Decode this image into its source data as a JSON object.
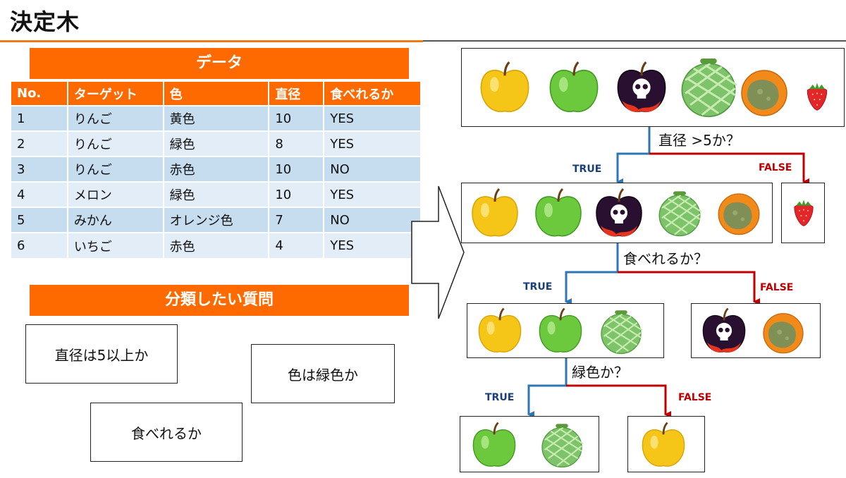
{
  "title": "決定木",
  "data_section": {
    "banner": "データ",
    "headers": [
      "No.",
      "ターゲット",
      "色",
      "直径",
      "食べれるか"
    ],
    "rows": [
      [
        "1",
        "りんご",
        "黄色",
        "10",
        "YES"
      ],
      [
        "2",
        "りんご",
        "緑色",
        "8",
        "YES"
      ],
      [
        "3",
        "りんご",
        "赤色",
        "10",
        "NO"
      ],
      [
        "4",
        "メロン",
        "緑色",
        "10",
        "YES"
      ],
      [
        "5",
        "みかん",
        "オレンジ色",
        "7",
        "NO"
      ],
      [
        "6",
        "いちご",
        "赤色",
        "4",
        "YES"
      ]
    ]
  },
  "questions_section": {
    "banner": "分類したい質問",
    "questions": [
      "直径は5以上か",
      "色は緑色か",
      "食べれるか"
    ]
  },
  "tree": {
    "q1": "直径 >5か？",
    "q2": "食べれるか？",
    "q3": "緑色か？",
    "true_label": "TRUE",
    "false_label": "FALSE"
  },
  "colors": {
    "accent_orange": "#ff6a00",
    "row_dark": "#c6dcef",
    "row_light": "#e2edf7",
    "true_branch": "#2e75b6",
    "false_branch": "#c00000"
  }
}
